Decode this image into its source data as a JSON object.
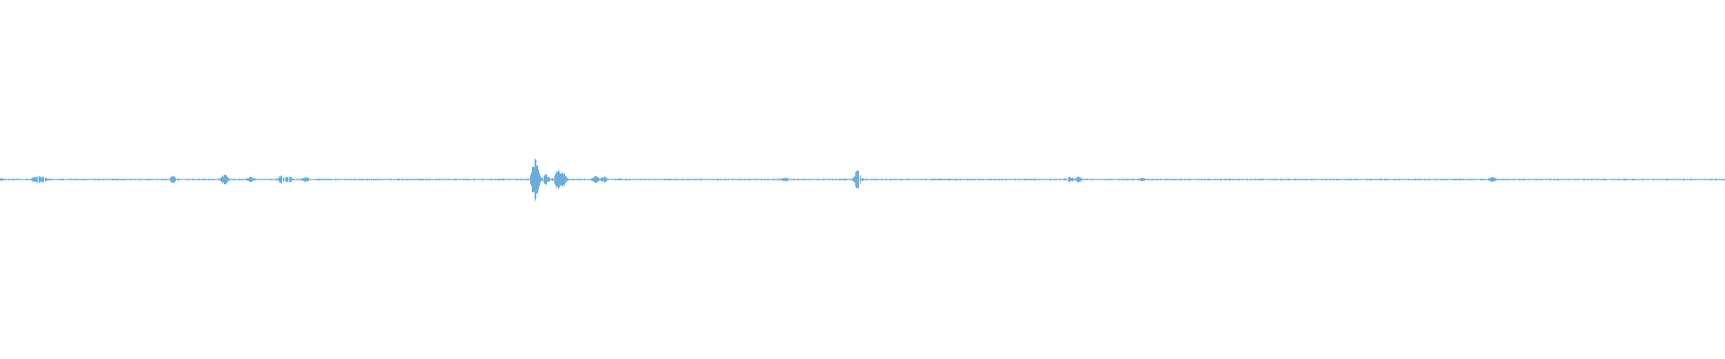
{
  "waveform": {
    "color": "#6aaede",
    "background": "#ffffff",
    "baseline_fraction_of_height": 0.5,
    "peaks": [
      {
        "position": 0.0,
        "amplitude": 0.04
      },
      {
        "position": 0.02,
        "amplitude": 0.08
      },
      {
        "position": 0.022,
        "amplitude": 0.1
      },
      {
        "position": 0.025,
        "amplitude": 0.09
      },
      {
        "position": 0.1,
        "amplitude": 0.1
      },
      {
        "position": 0.13,
        "amplitude": 0.14
      },
      {
        "position": 0.145,
        "amplitude": 0.08
      },
      {
        "position": 0.163,
        "amplitude": 0.12
      },
      {
        "position": 0.167,
        "amplitude": 0.11
      },
      {
        "position": 0.177,
        "amplitude": 0.08
      },
      {
        "position": 0.31,
        "amplitude": 0.6
      },
      {
        "position": 0.316,
        "amplitude": 0.14
      },
      {
        "position": 0.323,
        "amplitude": 0.28
      },
      {
        "position": 0.326,
        "amplitude": 0.22
      },
      {
        "position": 0.345,
        "amplitude": 0.1
      },
      {
        "position": 0.35,
        "amplitude": 0.08
      },
      {
        "position": 0.455,
        "amplitude": 0.06
      },
      {
        "position": 0.497,
        "amplitude": 0.26
      },
      {
        "position": 0.62,
        "amplitude": 0.07
      },
      {
        "position": 0.625,
        "amplitude": 0.08
      },
      {
        "position": 0.662,
        "amplitude": 0.06
      },
      {
        "position": 0.865,
        "amplitude": 0.09
      }
    ],
    "noise_amplitude": 0.018
  }
}
